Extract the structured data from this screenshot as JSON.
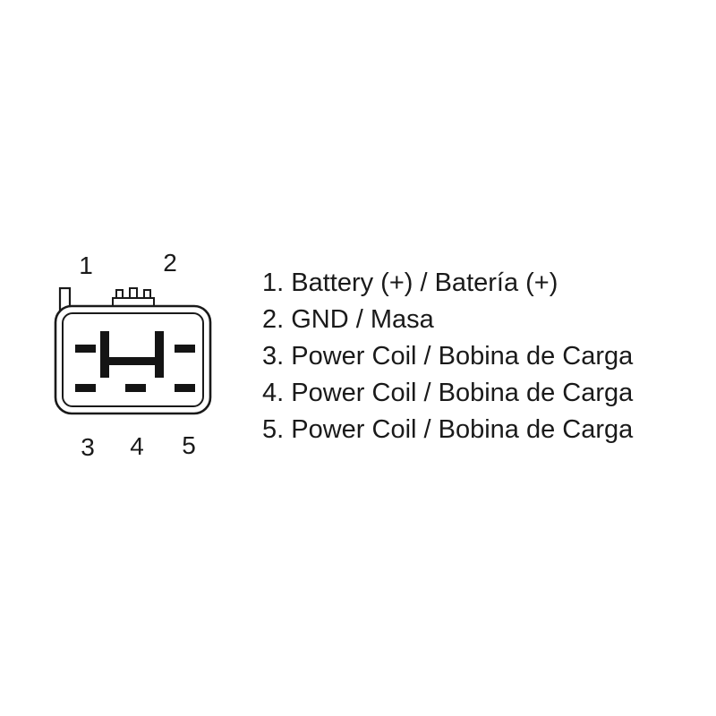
{
  "title": "Connector pinout diagram",
  "colors": {
    "background": "#ffffff",
    "line": "#1a1a1a",
    "pin_fill": "#141414",
    "text": "#1a1a1a"
  },
  "connector": {
    "pin_labels_top": [
      "1",
      "2"
    ],
    "pin_labels_bottom": [
      "3",
      "4",
      "5"
    ]
  },
  "legend": {
    "items": [
      "1. Battery (+) / Batería (+)",
      "2. GND / Masa",
      "3. Power Coil / Bobina de Carga",
      "4. Power Coil / Bobina de Carga",
      "5. Power Coil / Bobina de Carga"
    ]
  }
}
